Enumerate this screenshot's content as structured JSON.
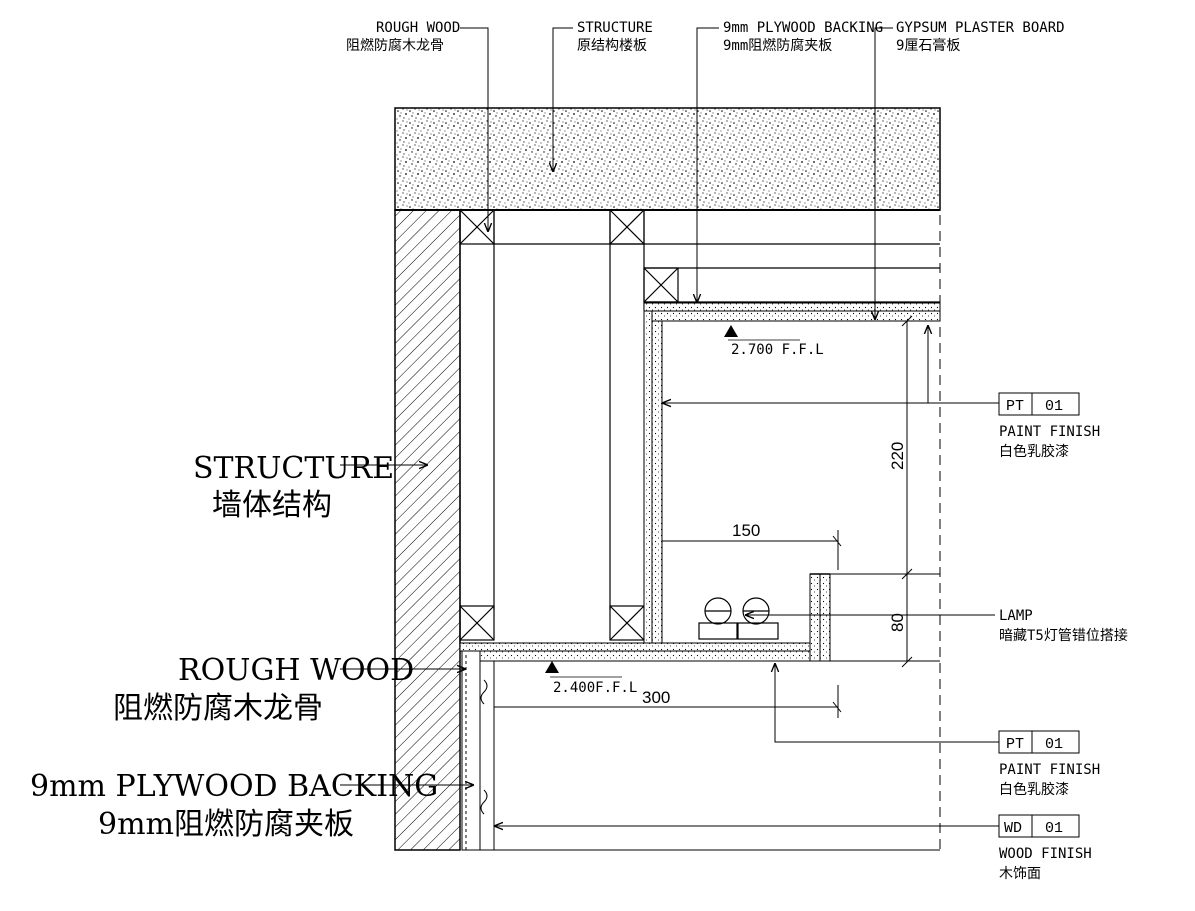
{
  "top_labels": [
    {
      "en": "ROUGH WOOD",
      "cn": "阻燃防腐木龙骨"
    },
    {
      "en": "STRUCTURE",
      "cn": "原结构楼板"
    },
    {
      "en": "9mm PLYWOOD BACKING",
      "cn": "9mm阻燃防腐夹板"
    },
    {
      "en": "GYPSUM PLASTER BOARD",
      "cn": "9厘石膏板"
    }
  ],
  "left_labels": [
    {
      "en": "STRUCTURE",
      "cn": "墙体结构"
    },
    {
      "en": "ROUGH WOOD",
      "cn": "阻燃防腐木龙骨"
    },
    {
      "en": "9mm PLYWOOD BACKING",
      "cn": "9mm阻燃防腐夹板"
    }
  ],
  "levels": {
    "upper": "2.700 F.F.L",
    "lower": "2.400F.F.L"
  },
  "dimensions": {
    "d150": "150",
    "d300": "300",
    "d220": "220",
    "d80": "80"
  },
  "right_tags": [
    {
      "code": "PT",
      "num": "01",
      "en": "PAINT FINISH",
      "cn": "白色乳胶漆"
    },
    {
      "code": "PT",
      "num": "01",
      "en": "PAINT FINISH",
      "cn": "白色乳胶漆"
    },
    {
      "code": "WD",
      "num": "01",
      "en": "WOOD FINISH",
      "cn": "木饰面"
    }
  ],
  "lamp": {
    "en": "LAMP",
    "cn": "暗藏T5灯管错位搭接"
  }
}
